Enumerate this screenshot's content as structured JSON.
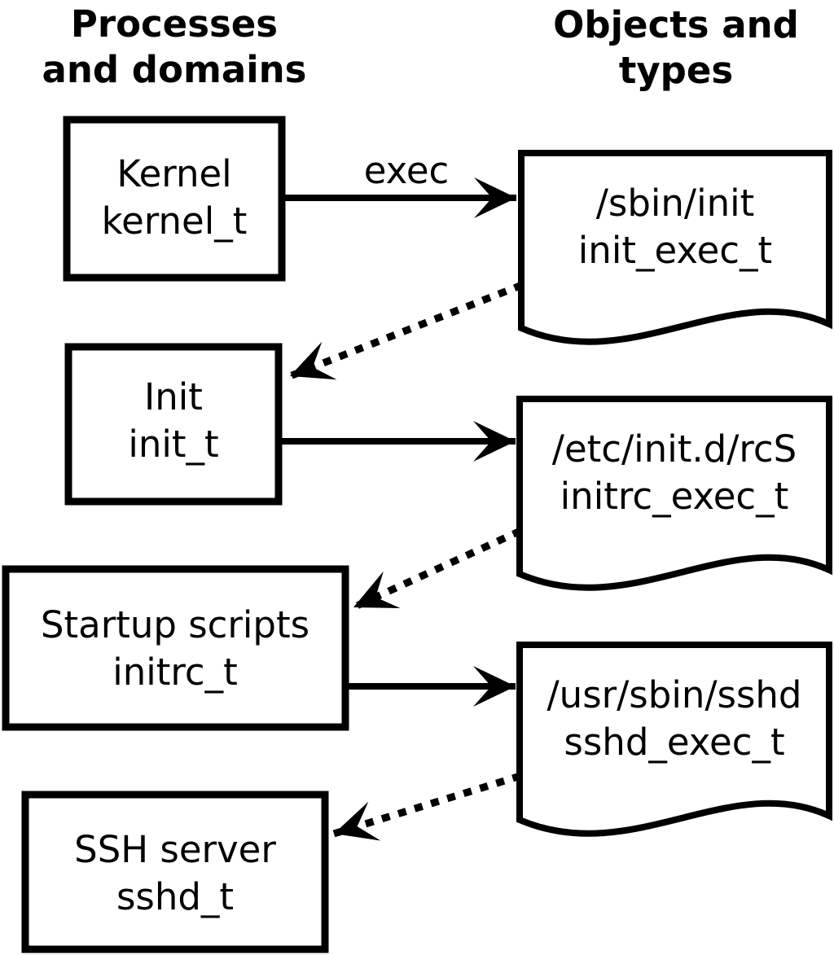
{
  "diagram": {
    "title_left": {
      "line1": "Processes",
      "line2": "and domains"
    },
    "title_right": {
      "line1": "Objects and",
      "line2": "types"
    },
    "process_boxes": [
      {
        "name": "Kernel",
        "type": "kernel_t"
      },
      {
        "name": "Init",
        "type": "init_t"
      },
      {
        "name": "Startup scripts",
        "type": "initrc_t"
      },
      {
        "name": "SSH server",
        "type": "sshd_t"
      }
    ],
    "object_docs": [
      {
        "path": "/sbin/init",
        "type": "init_exec_t"
      },
      {
        "path": "/etc/init.d/rcS",
        "type": "initrc_exec_t"
      },
      {
        "path": "/usr/sbin/sshd",
        "type": "sshd_exec_t"
      }
    ],
    "labels": {
      "exec": "exec"
    },
    "colors": {
      "ink": "#000000",
      "background": "#ffffff"
    }
  }
}
